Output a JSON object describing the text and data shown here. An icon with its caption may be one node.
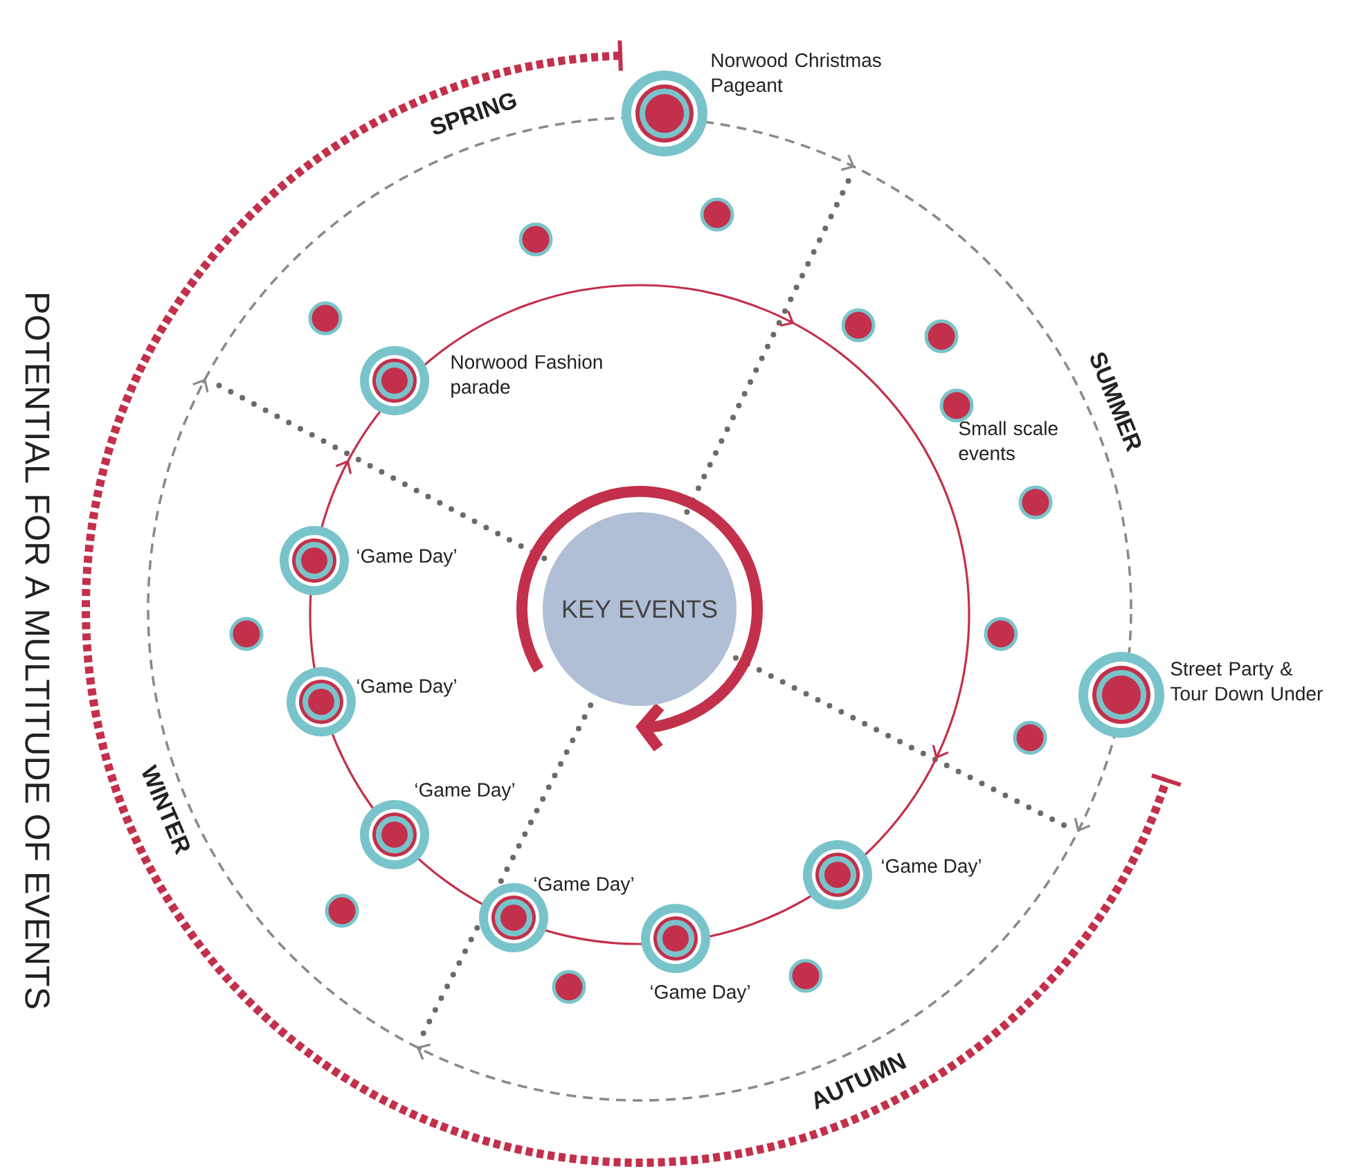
{
  "diagram": {
    "nodes": [
      {
        "text": [
          "KEY EVENTS"
        ]
      },
      {
        "text": [],
        "shape": "circle",
        "beside": [
          "Norwood Christmas Pageant"
        ]
      },
      {
        "text": [],
        "shape": "circle"
      },
      {
        "text": [],
        "shape": "circle"
      },
      {
        "text": [],
        "shape": "circle"
      },
      {
        "text": [],
        "shape": "circle"
      },
      {
        "text": [],
        "shape": "circle"
      },
      {
        "text": [],
        "shape": "circle",
        "beside": [
          "Norwood Fashion parade"
        ]
      },
      {
        "text": [],
        "shape": "circle"
      },
      {
        "text": [],
        "shape": "circle"
      },
      {
        "text": [],
        "shape": "circle",
        "beside": [
          "‘Game Day’"
        ]
      },
      {
        "text": [],
        "shape": "circle"
      },
      {
        "text": [],
        "shape": "circle"
      },
      {
        "text": [],
        "shape": "circle",
        "beside": [
          "Street Party & Tour Down Under"
        ]
      },
      {
        "text": [],
        "shape": "circle",
        "beside": [
          "‘Game Day’"
        ]
      },
      {
        "text": [],
        "shape": "circle"
      },
      {
        "text": [],
        "shape": "circle",
        "beside": [
          "‘Game Day’"
        ]
      },
      {
        "text": [],
        "shape": "circle",
        "beside": [
          "‘Game Day’"
        ]
      },
      {
        "text": [],
        "shape": "circle"
      },
      {
        "text": [],
        "shape": "circle",
        "beside": [
          "‘Game Day’"
        ]
      },
      {
        "text": [],
        "shape": "circle",
        "beside": [
          "‘Game Day’"
        ]
      },
      {
        "text": [],
        "shape": "circle"
      },
      {
        "text": [],
        "shape": "circle"
      }
    ],
    "labels": [
      "SPRING",
      "POTENTIAL FOR A MULTITUDE OF EVENTS",
      "SUMMER",
      "Small scale events",
      "WINTER",
      "AUTUMN"
    ]
  }
}
